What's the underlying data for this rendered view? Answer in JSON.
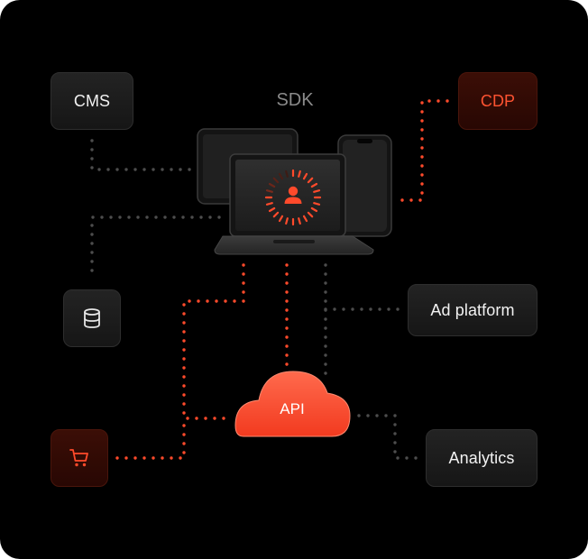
{
  "diagram": {
    "hub_label": "SDK",
    "api_label": "API",
    "nodes": {
      "cms": "CMS",
      "cdp": "CDP",
      "ad_platform": "Ad platform",
      "analytics": "Analytics"
    },
    "icons": {
      "database": "database-icon",
      "cart": "shopping-cart-icon",
      "user": "user-icon"
    },
    "colors": {
      "background": "#000000",
      "accent": "#ff4a2b",
      "gray_dots": "#4d4d4d"
    }
  }
}
